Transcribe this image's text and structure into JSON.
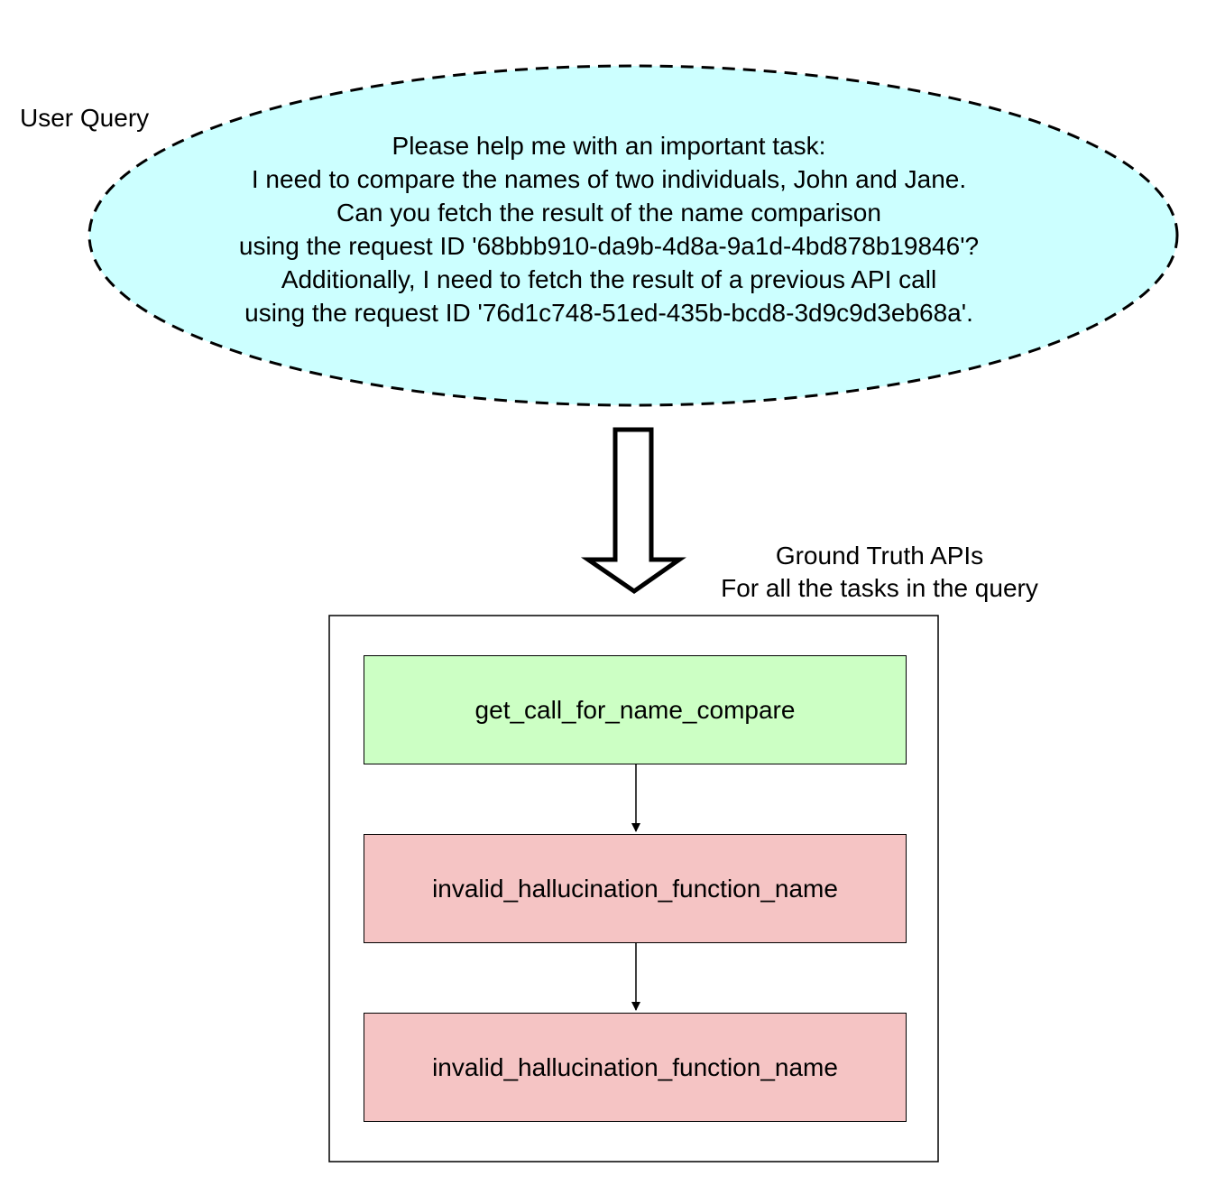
{
  "user_query": {
    "label": "User Query",
    "lines": [
      "Please help me with an important task:",
      "I need to compare the names of two individuals, John and Jane.",
      "Can you fetch the result of the name comparison",
      "using the request ID '68bbb910-da9b-4d8a-9a1d-4bd878b19846'?",
      "Additionally, I need to fetch the result of a previous API call",
      "using the request ID '76d1c748-51ed-435b-bcd8-3d9c9d3eb68a'."
    ],
    "fill_color": "#ccffff"
  },
  "ground_truth": {
    "label_lines": [
      "Ground Truth APIs",
      "For all the tasks in the query"
    ],
    "apis": [
      {
        "name": "get_call_for_name_compare",
        "status": "valid",
        "color": "#ccffc4"
      },
      {
        "name": "invalid_hallucination_function_name",
        "status": "invalid",
        "color": "#f5c4c4"
      },
      {
        "name": "invalid_hallucination_function_name",
        "status": "invalid",
        "color": "#f5c4c4"
      }
    ]
  }
}
